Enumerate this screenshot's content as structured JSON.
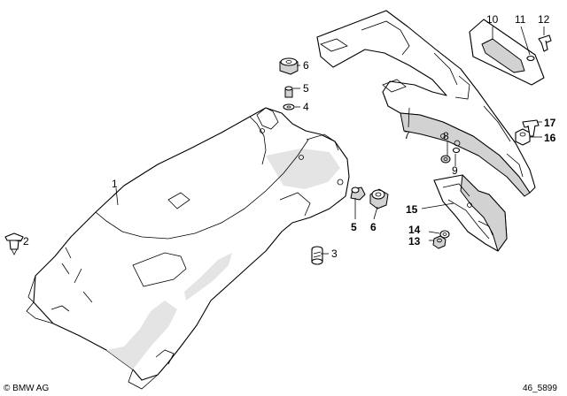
{
  "labels": {
    "p1": "1",
    "p2": "2",
    "p3": "3",
    "p4": "4",
    "p5_top": "5",
    "p5_bot": "5",
    "p6_top": "6",
    "p6_bot": "6",
    "p7": "7",
    "p8": "8",
    "p9": "9",
    "p10": "10",
    "p11": "11",
    "p12": "12",
    "p13": "13",
    "p14": "14",
    "p15": "15",
    "p16": "16",
    "p17": "17"
  },
  "footer": {
    "brand": "© BMW AG",
    "drawing_number": "46_5899"
  }
}
